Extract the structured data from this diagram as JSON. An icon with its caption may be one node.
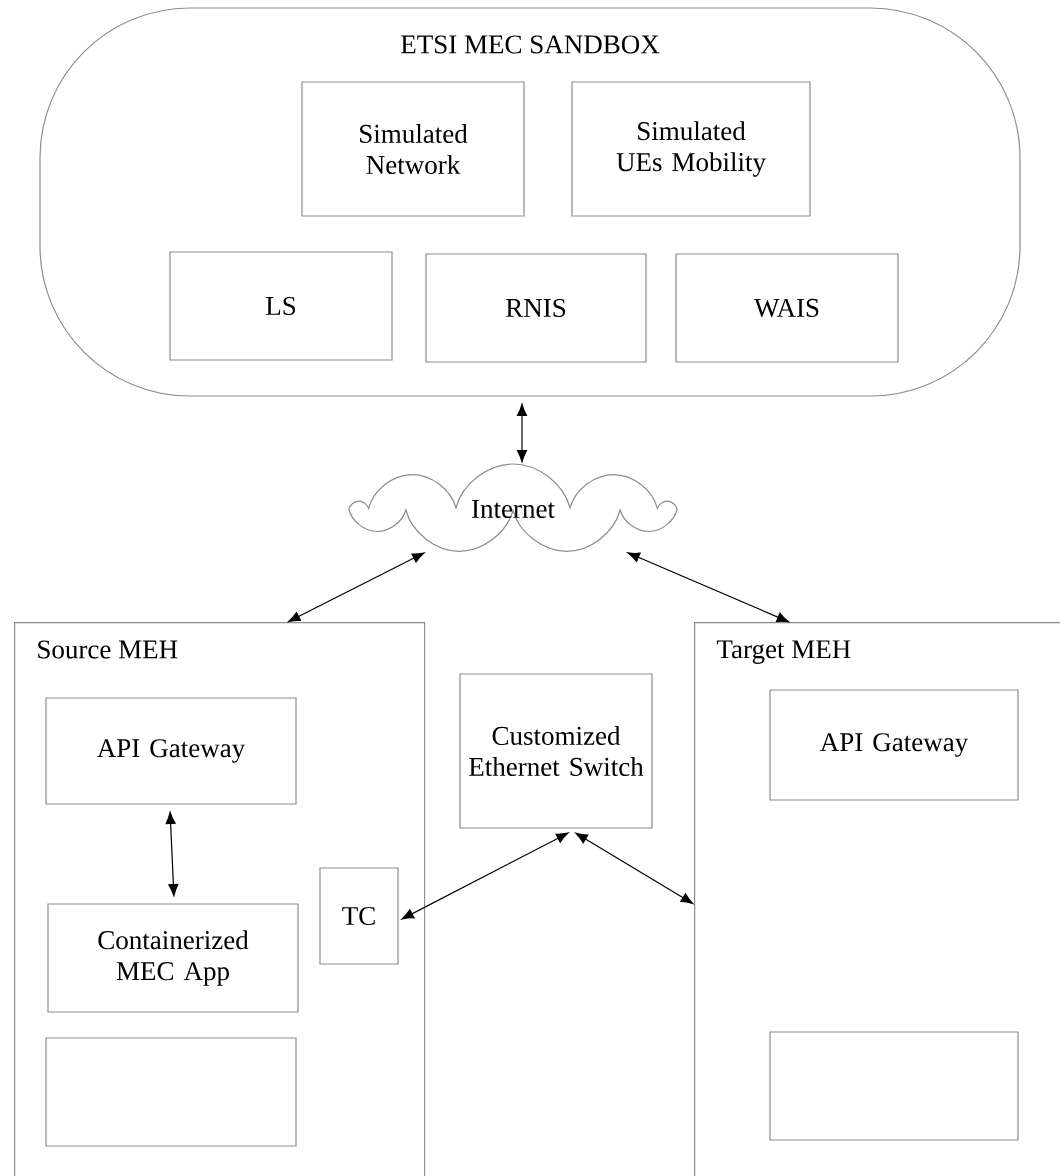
{
  "diagram": {
    "nodes": [
      {
        "text": [
          "ETSI MEC SANDBOX"
        ]
      },
      {
        "text": [
          "Simulated Network"
        ],
        "in": 0
      },
      {
        "text": [
          "Simulated UEs Mobility"
        ],
        "in": 0
      },
      {
        "text": [
          "LS"
        ],
        "in": 0
      },
      {
        "text": [
          "RNIS"
        ],
        "in": 0
      },
      {
        "text": [
          "WAIS"
        ],
        "in": 0
      },
      {
        "text": [
          "Internet"
        ]
      },
      {
        "text": [
          "Source MEH"
        ]
      },
      {
        "text": [
          "API Gateway"
        ],
        "in": 7
      },
      {
        "text": [
          "Containerized MEC App"
        ],
        "in": 7
      },
      {
        "text": [],
        "shape": "box",
        "in": 7
      },
      {
        "text": [
          "TC"
        ],
        "in": 7
      },
      {
        "text": [
          "Customized Ethernet Switch"
        ]
      },
      {
        "text": [
          "Target MEH"
        ]
      },
      {
        "text": [
          "API Gateway"
        ],
        "in": 13
      },
      {
        "text": [],
        "shape": "box",
        "in": 13
      }
    ],
    "edges": [
      {
        "from": 0,
        "to": 6,
        "arrow": "both"
      },
      {
        "from": 6,
        "to": 7,
        "arrow": "both"
      },
      {
        "from": 6,
        "to": 13,
        "arrow": "both"
      },
      {
        "from": 8,
        "to": 9,
        "arrow": "both"
      },
      {
        "from": 11,
        "to": 12,
        "arrow": "both"
      },
      {
        "from": 12,
        "to": 13,
        "arrow": "both"
      }
    ]
  }
}
